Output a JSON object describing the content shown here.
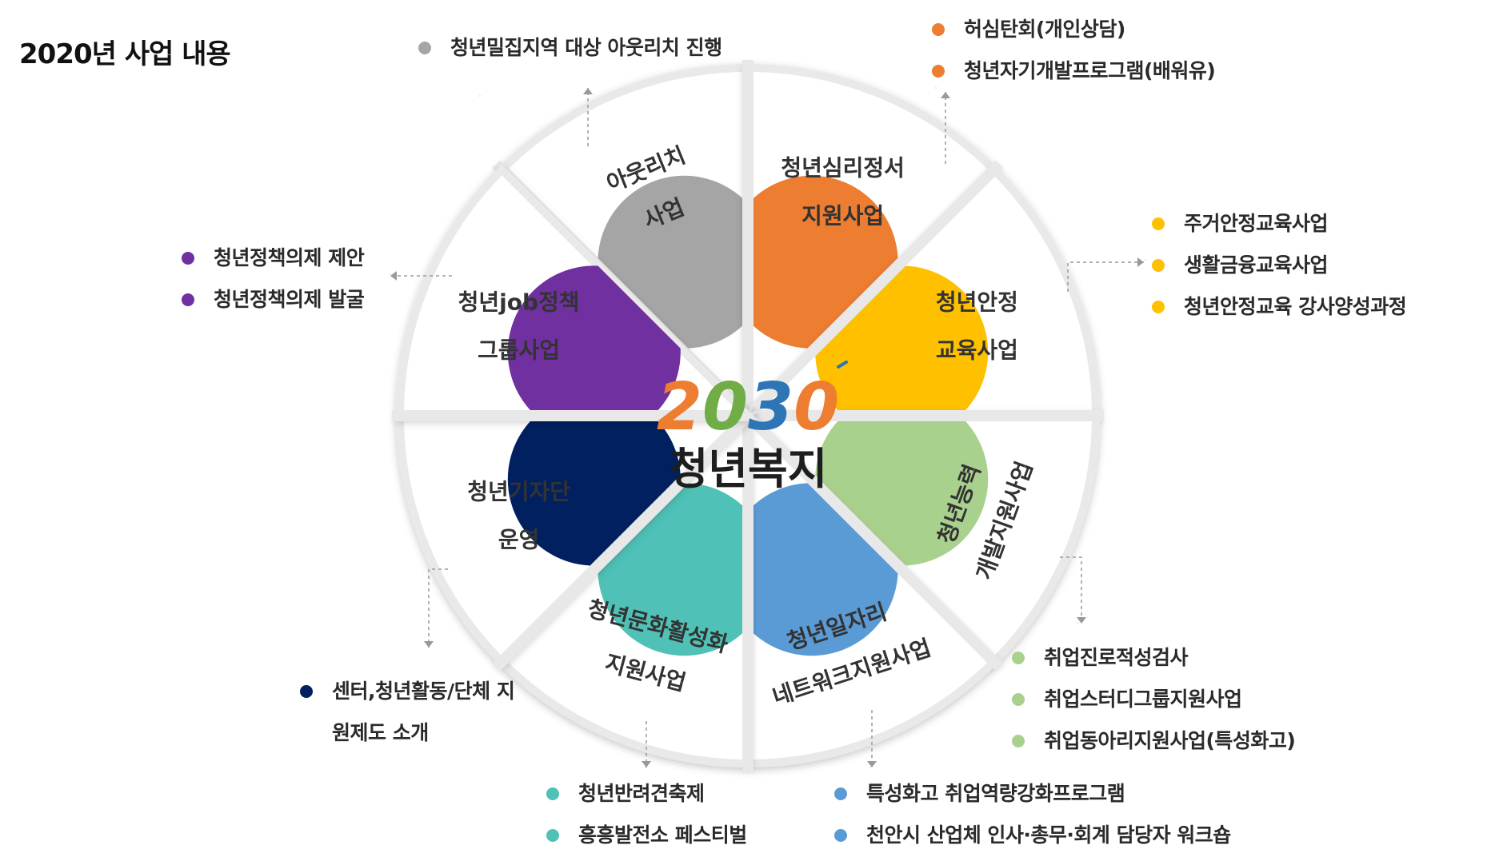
{
  "title": "2020년 사업 내용",
  "logo": {
    "number": "2030",
    "subtitle": "청년복지"
  },
  "segments": [
    {
      "id": "outreach",
      "lines": [
        "아웃리치",
        "사업"
      ],
      "color": "#a5a5a5",
      "notes": [
        "청년밀집지역 대상 아웃리치 진행"
      ]
    },
    {
      "id": "psych",
      "lines": [
        "청년심리정서",
        "지원사업"
      ],
      "color": "#ed7d31",
      "notes": [
        "허심탄회(개인상담)",
        "청년자기개발프로그램(배워유)"
      ]
    },
    {
      "id": "stability",
      "lines": [
        "청년안정",
        "교육사업"
      ],
      "color": "#ffc000",
      "notes": [
        "주거안정교육사업",
        "생활금융교육사업",
        "청년안정교육 강사양성과정"
      ]
    },
    {
      "id": "capability",
      "lines": [
        "청년능력",
        "개발지원사업"
      ],
      "color": "#a9d18e",
      "notes": [
        "취업진로적성검사",
        "취업스터디그룹지원사업",
        "취업동아리지원사업(특성화고)"
      ]
    },
    {
      "id": "jobs",
      "lines": [
        "청년일자리",
        "네트워크지원사업"
      ],
      "color": "#5b9bd5",
      "notes": [
        "특성화고 취업역량강화프로그램",
        "천안시 산업체 인사·총무·회계 담당자 워크숍"
      ]
    },
    {
      "id": "culture",
      "lines": [
        "청년문화활성화",
        "지원사업"
      ],
      "color": "#4fc1b6",
      "notes": [
        "청년반려견축제",
        "흥흥발전소 페스티벌"
      ]
    },
    {
      "id": "reporters",
      "lines": [
        "청년기자단",
        "운영"
      ],
      "color": "#002060",
      "notes": [
        "센터,청년활동/단체 지원제도 소개"
      ]
    },
    {
      "id": "policy",
      "lines": [
        "청년job정책",
        "그룹사업"
      ],
      "color": "#7030a0",
      "notes": [
        "청년정책의제 제안",
        "청년정책의제 발굴"
      ]
    }
  ]
}
